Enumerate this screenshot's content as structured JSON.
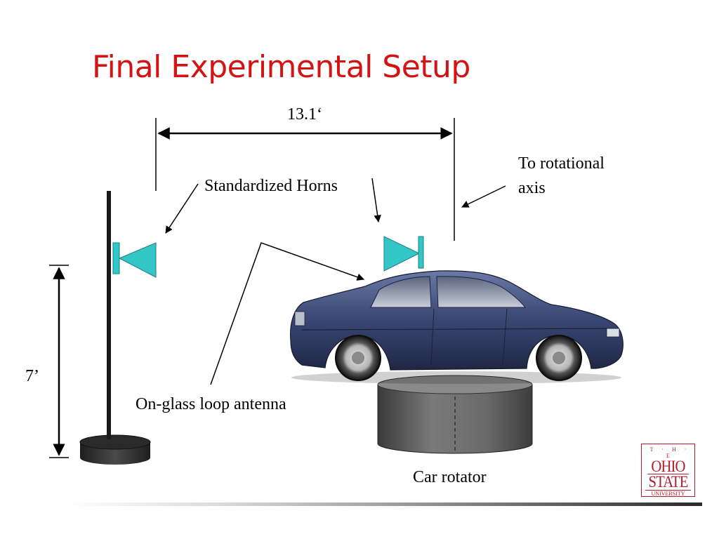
{
  "slide": {
    "title": "Final Experimental Setup"
  },
  "diagram": {
    "distance_label": "13.1‘",
    "height_label": "7’",
    "horns_label": "Standardized Horns",
    "rotational_axis_label_line1": "To rotational",
    "rotational_axis_label_line2": "axis",
    "antenna_label": "On-glass loop antenna",
    "rotator_label": "Car rotator"
  },
  "logo": {
    "the": "T · H · E",
    "ohio": "OHIO",
    "state": "STATE",
    "university": "UNIVERSITY"
  },
  "colors": {
    "title": "#d41414",
    "horn": "#33c6c6",
    "car_body": "#2f3a5e",
    "rotator": "#595959",
    "logo": "#b01e2e"
  }
}
